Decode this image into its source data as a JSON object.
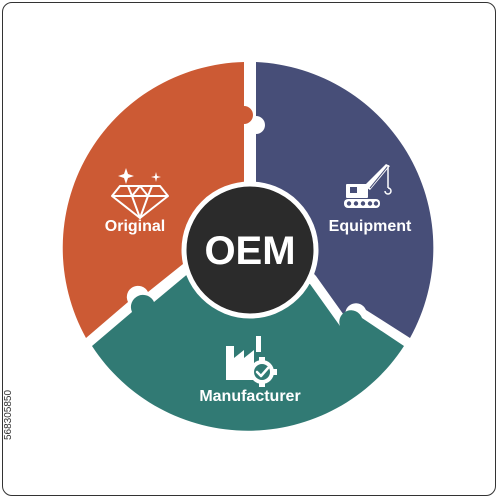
{
  "colors": {
    "original": "#cc5a34",
    "equipment": "#474e78",
    "manufacturer": "#317a74",
    "center": "#2b2b2b",
    "text": "#ffffff"
  },
  "center": {
    "label": "OEM"
  },
  "segments": [
    {
      "id": "original",
      "label": "Original",
      "icon": "diamond-icon"
    },
    {
      "id": "equipment",
      "label": "Equipment",
      "icon": "crane-icon"
    },
    {
      "id": "manufacturer",
      "label": "Manufacturer",
      "icon": "factory-gear-icon"
    }
  ],
  "stock_id": "568305850"
}
